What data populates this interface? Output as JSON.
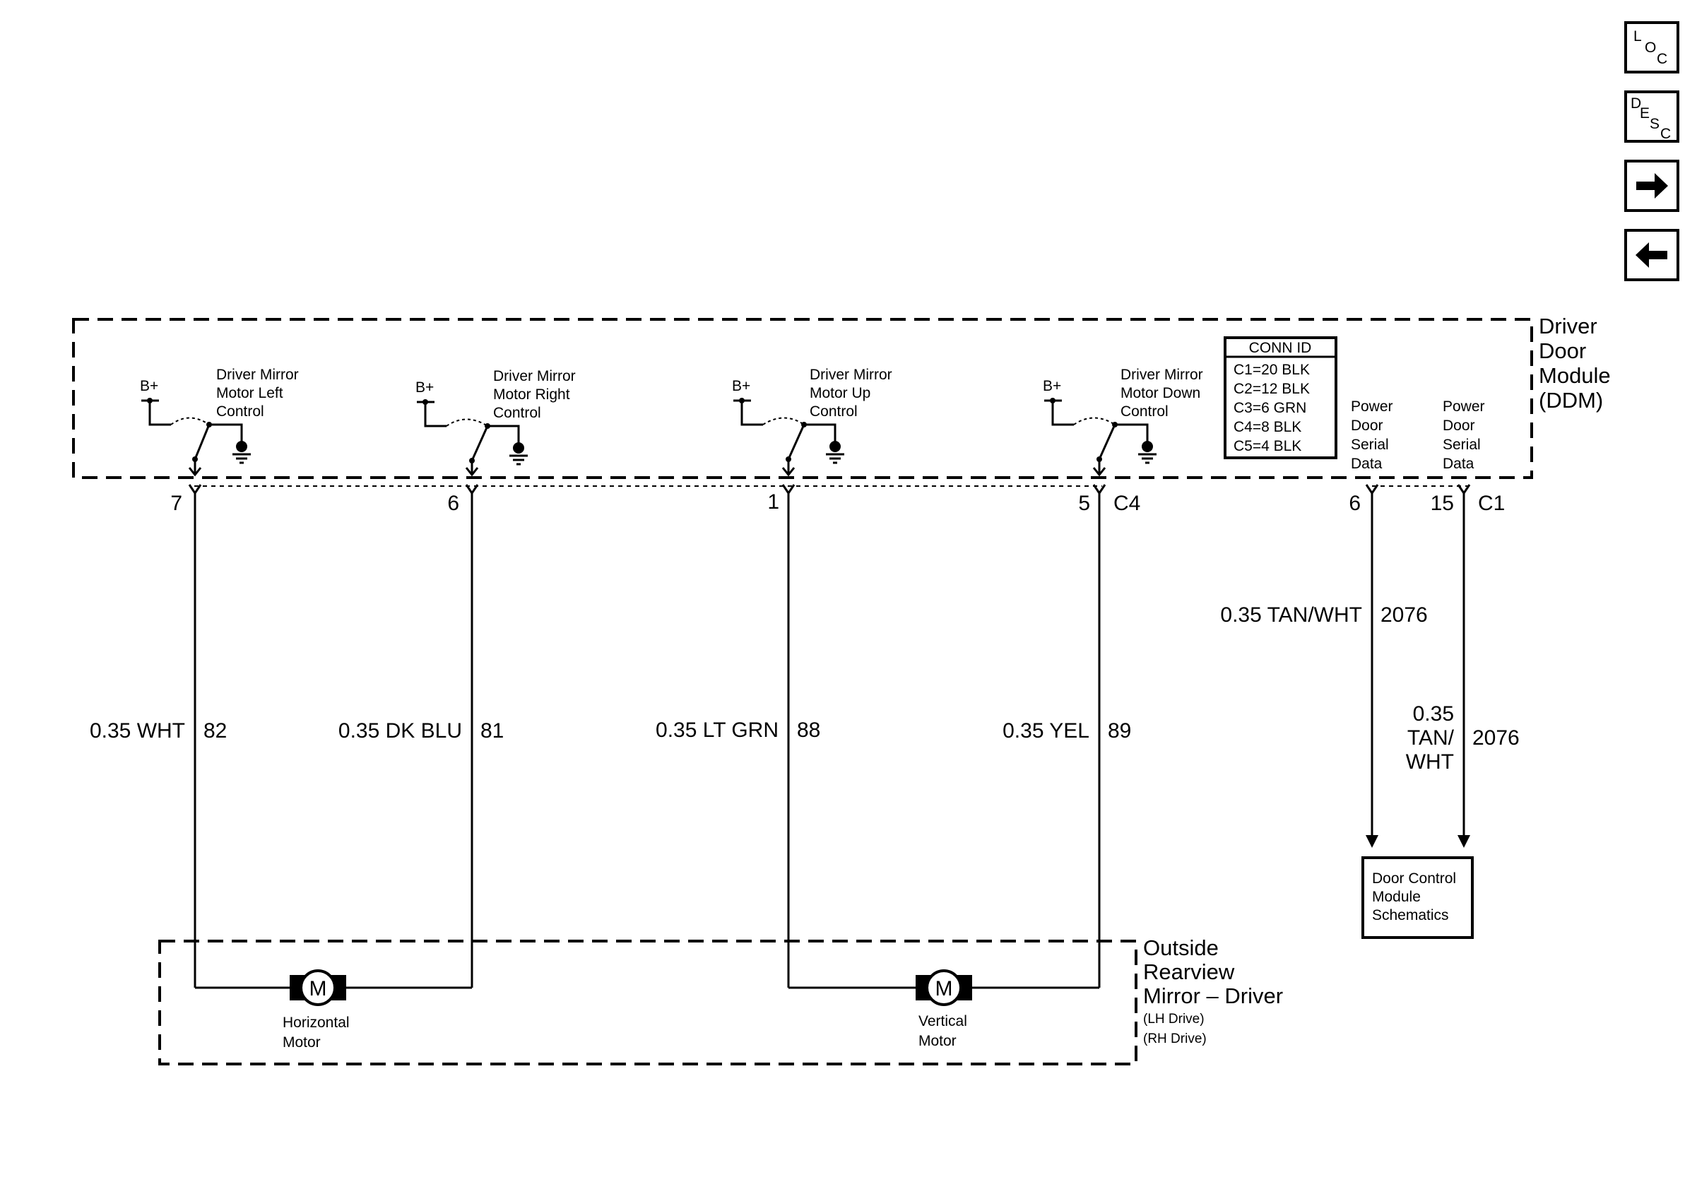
{
  "nav": {
    "loc": {
      "l1": "L",
      "l2": "O",
      "l3": "C"
    },
    "desc": {
      "l1": "D",
      "l2": "E",
      "l3": "S",
      "l4": "C"
    },
    "forward_icon": "right-arrow-icon",
    "back_icon": "left-arrow-icon"
  },
  "ddm": {
    "label_lines": [
      "Driver",
      "Door",
      "Module",
      "(DDM)"
    ],
    "switches": [
      {
        "bplus": "B+",
        "label_lines": [
          "Driver Mirror",
          "Motor Left",
          "Control"
        ]
      },
      {
        "bplus": "B+",
        "label_lines": [
          "Driver Mirror",
          "Motor Right",
          "Control"
        ]
      },
      {
        "bplus": "B+",
        "label_lines": [
          "Driver Mirror",
          "Motor Up",
          "Control"
        ]
      },
      {
        "bplus": "B+",
        "label_lines": [
          "Driver Mirror",
          "Motor Down",
          "Control"
        ]
      }
    ],
    "conn_id": {
      "title": "CONN ID",
      "rows": [
        "C1=20 BLK",
        "C2=12 BLK",
        "C3=6 GRN",
        "C4=8 BLK",
        "C5=4 BLK"
      ]
    },
    "serial_labels": [
      [
        "Power",
        "Door",
        "Serial",
        "Data"
      ],
      [
        "Power",
        "Door",
        "Serial",
        "Data"
      ]
    ]
  },
  "pins": [
    {
      "pin": "7",
      "connector": ""
    },
    {
      "pin": "6",
      "connector": ""
    },
    {
      "pin": "1",
      "connector": ""
    },
    {
      "pin": "5",
      "connector": "C4"
    },
    {
      "pin": "6",
      "connector": ""
    },
    {
      "pin": "15",
      "connector": "C1"
    }
  ],
  "wires": [
    {
      "size_color": "0.35 WHT",
      "circuit": "82"
    },
    {
      "size_color": "0.35 DK BLU",
      "circuit": "81"
    },
    {
      "size_color": "0.35 LT GRN",
      "circuit": "88"
    },
    {
      "size_color": "0.35 YEL",
      "circuit": "89"
    },
    {
      "size_color": "0.35 TAN/WHT",
      "circuit": "2076"
    },
    {
      "size_color_lines": [
        "0.35",
        "TAN/",
        "WHT"
      ],
      "circuit": "2076"
    }
  ],
  "dcm_box": {
    "label_lines": [
      "Door Control",
      "Module",
      "Schematics"
    ]
  },
  "mirror": {
    "label_lines": [
      "Outside",
      "Rearview",
      "Mirror – Driver"
    ],
    "notes": [
      "(LH Drive)",
      "(RH Drive)"
    ],
    "motors": [
      {
        "symbol": "M",
        "label_lines": [
          "Horizontal",
          "Motor"
        ]
      },
      {
        "symbol": "M",
        "label_lines": [
          "Vertical",
          "Motor"
        ]
      }
    ]
  }
}
